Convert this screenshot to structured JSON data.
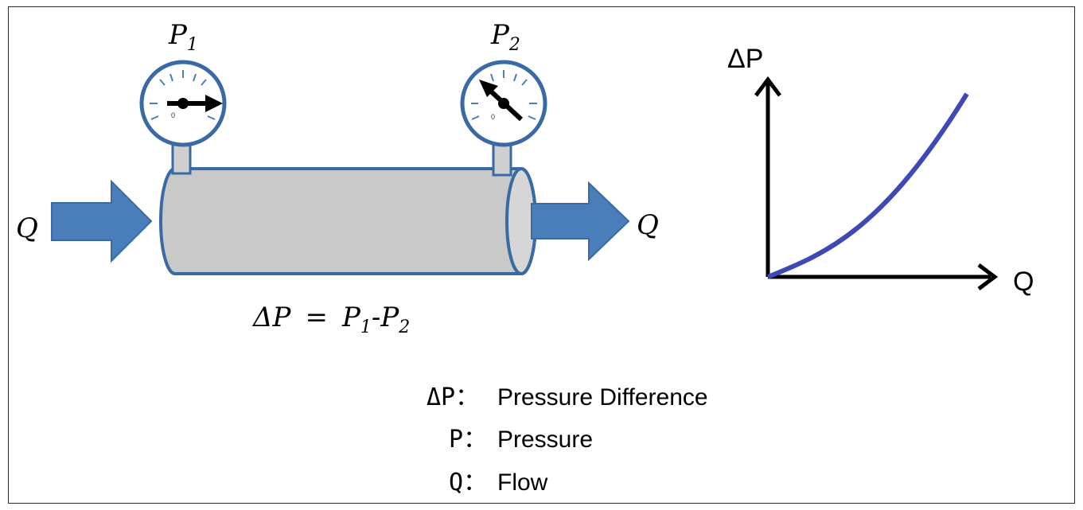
{
  "labels": {
    "p1_symbol": "P",
    "p1_sub": "1",
    "p2_symbol": "P",
    "p2_sub": "2",
    "q_in": "Q",
    "q_out": "Q"
  },
  "formula": {
    "lhs": "ΔP",
    "eq": "=",
    "p1": "P",
    "p1_sub": "1",
    "minus": "-",
    "p2": "P",
    "p2_sub": "2"
  },
  "graph": {
    "y_label": "ΔP",
    "x_label": "Q"
  },
  "legend": [
    {
      "symbol": "ΔP",
      "text": "Pressure Difference"
    },
    {
      "symbol": "P",
      "text": "Pressure"
    },
    {
      "symbol": "Q",
      "text": "Flow"
    }
  ],
  "colors": {
    "arrow_fill": "#4a7ebb",
    "arrow_stroke": "#3a6aa3",
    "pipe_fill": "#c9c9c9",
    "pipe_stroke": "#3a6aa3",
    "gauge_stroke": "#3a6aa3",
    "curve": "#3f49b5"
  }
}
